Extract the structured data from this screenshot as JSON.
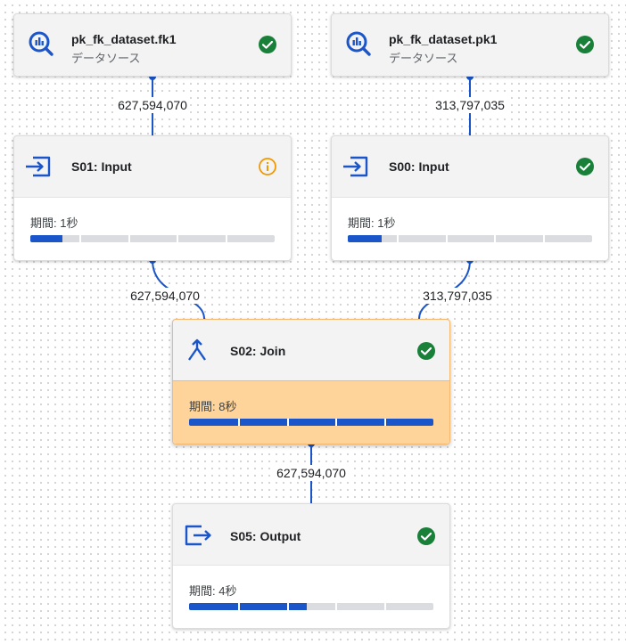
{
  "colors": {
    "accent": "#1a56c9",
    "success": "#188038",
    "warning": "#f29900",
    "highlight": "#ffd49a"
  },
  "nodes": {
    "fk1": {
      "title": "pk_fk_dataset.fk1",
      "subtitle": "データソース",
      "icon": "bigquery-icon",
      "status": "success"
    },
    "pk1": {
      "title": "pk_fk_dataset.pk1",
      "subtitle": "データソース",
      "icon": "bigquery-icon",
      "status": "success"
    },
    "s01": {
      "title": "S01: Input",
      "icon": "input-icon",
      "status": "info",
      "duration": "期間: 1秒",
      "progress": 0.13
    },
    "s00": {
      "title": "S00: Input",
      "icon": "input-icon",
      "status": "success",
      "duration": "期間: 1秒",
      "progress": 0.14
    },
    "s02": {
      "title": "S02: Join",
      "icon": "merge-icon",
      "status": "success",
      "duration": "期間: 8秒",
      "progress": 1.0
    },
    "s05": {
      "title": "S05: Output",
      "icon": "output-icon",
      "status": "success",
      "duration": "期間: 4秒",
      "progress": 0.48
    }
  },
  "edges": {
    "fk1_s01": "627,594,070",
    "pk1_s00": "313,797,035",
    "s01_s02": "627,594,070",
    "s00_s02": "313,797,035",
    "s02_s05": "627,594,070"
  }
}
